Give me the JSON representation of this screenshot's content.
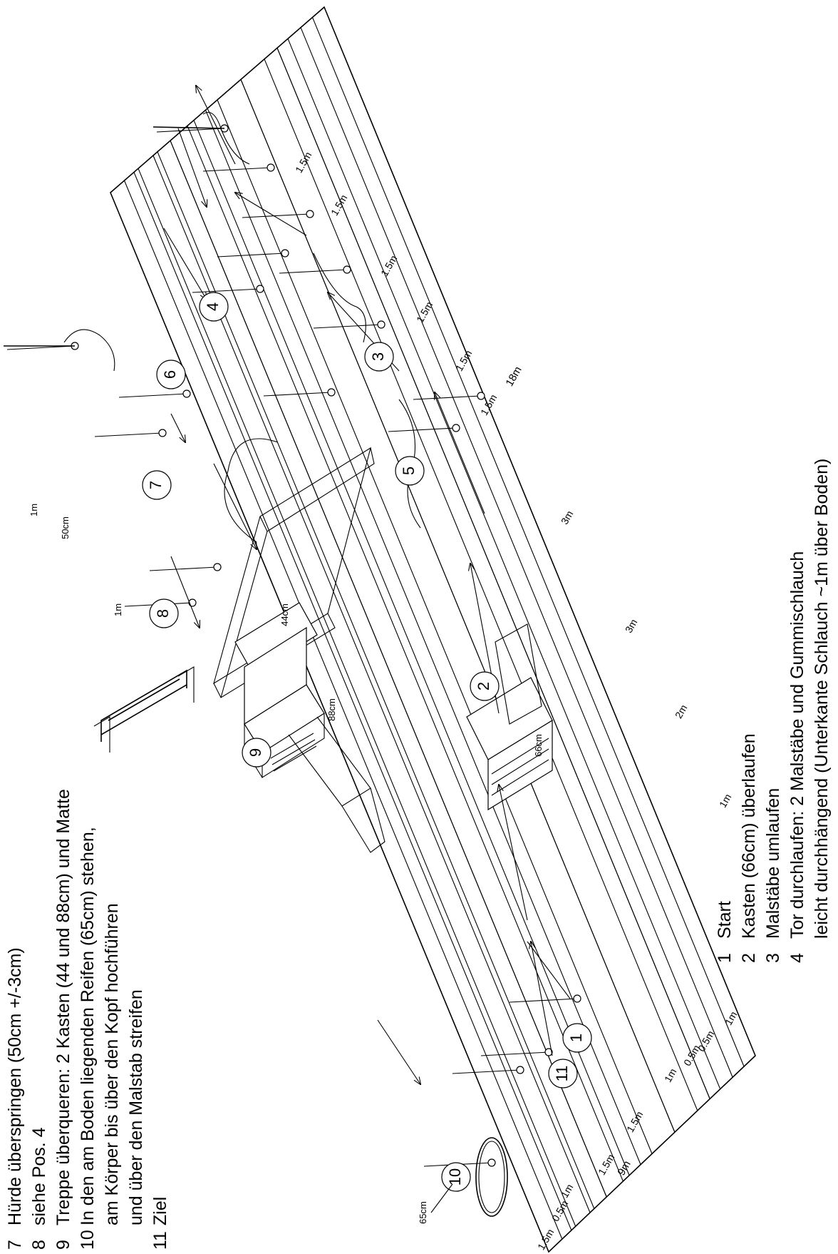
{
  "legend_top": [
    {
      "num": "7",
      "text": "Hürde überspringen (50cm +/-3cm)"
    },
    {
      "num": "8",
      "text": "siehe Pos. 4"
    },
    {
      "num": "9",
      "text": "Treppe überqueren: 2 Kasten (44 und 88cm) und Matte"
    },
    {
      "num": "10",
      "text": "In den am Boden liegenden Reifen (65cm) stehen,"
    },
    {
      "num": "",
      "text": "am Körper bis über den Kopf hochführen"
    },
    {
      "num": "",
      "text": "und über den Malstab streifen"
    },
    {
      "num": "11",
      "text": "Ziel"
    }
  ],
  "legend_bottom": [
    {
      "num": "1",
      "text": "Start"
    },
    {
      "num": "2",
      "text": "Kasten (66cm) überlaufen"
    },
    {
      "num": "3",
      "text": "Malstäbe umlaufen"
    },
    {
      "num": "4",
      "text": "Tor durchlaufen: 2 Malstäbe und Gummischlauch"
    },
    {
      "num": "",
      "text": "leicht durchhängend (Unterkante Schlauch ~1m über Boden)"
    }
  ],
  "stations": [
    "1",
    "2",
    "3",
    "4",
    "5",
    "6",
    "7",
    "8",
    "9",
    "10",
    "11"
  ],
  "dimensions_bottom": [
    "1.5m",
    "0.5m",
    "1m",
    "1.5m",
    "1.5m",
    "1m",
    "0.5m",
    "0.5m",
    "1m"
  ],
  "dimension_total_bottom": "9m",
  "dimensions_right": [
    "1m",
    "2m",
    "3m",
    "3m",
    "1.5m",
    "1.5m",
    "1.5m",
    "1.5m",
    "1.5m",
    "1.5m"
  ],
  "dimension_total_right": "18m",
  "heights": {
    "box_2": "66cm",
    "stair_high": "88cm",
    "stair_low": "44cm",
    "hurdle": "50cm",
    "gate_7": "1m",
    "gate_8": "1m",
    "hoop": "65cm"
  }
}
